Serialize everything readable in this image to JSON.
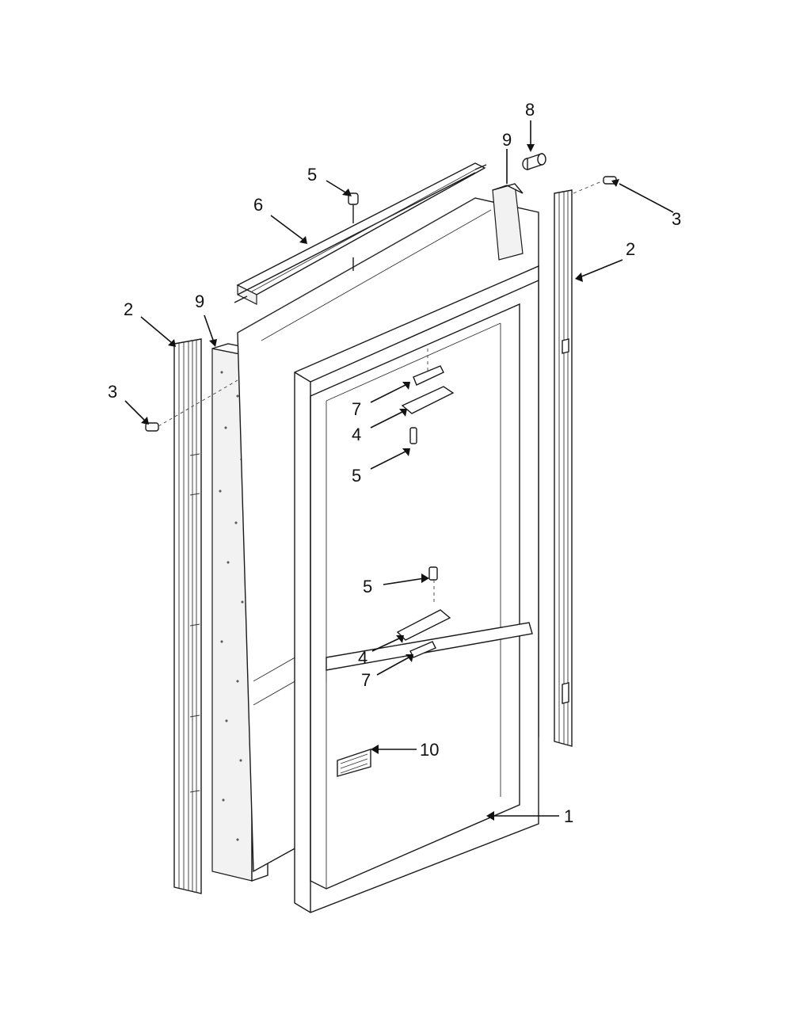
{
  "diagram": {
    "callouts": [
      {
        "id": "c-8",
        "label": "8"
      },
      {
        "id": "c-9-top",
        "label": "9"
      },
      {
        "id": "c-5-top",
        "label": "5"
      },
      {
        "id": "c-3-right",
        "label": "3"
      },
      {
        "id": "c-6",
        "label": "6"
      },
      {
        "id": "c-2-right",
        "label": "2"
      },
      {
        "id": "c-2-left",
        "label": "2"
      },
      {
        "id": "c-9-left",
        "label": "9"
      },
      {
        "id": "c-3-left",
        "label": "3"
      },
      {
        "id": "c-7-upper",
        "label": "7"
      },
      {
        "id": "c-4-upper",
        "label": "4"
      },
      {
        "id": "c-5-mid",
        "label": "5"
      },
      {
        "id": "c-5-lower",
        "label": "5"
      },
      {
        "id": "c-4-lower",
        "label": "4"
      },
      {
        "id": "c-7-lower",
        "label": "7"
      },
      {
        "id": "c-10",
        "label": "10"
      },
      {
        "id": "c-1",
        "label": "1"
      }
    ],
    "colors": {
      "line": "#1a1a1a",
      "background": "#ffffff"
    }
  }
}
